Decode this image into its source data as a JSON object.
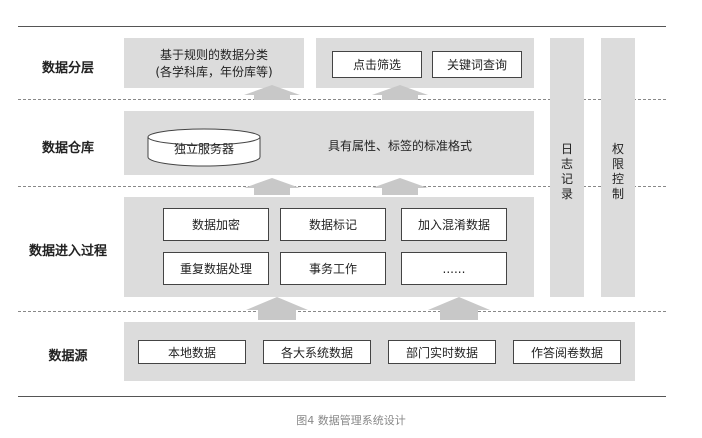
{
  "layers": {
    "tier": {
      "label": "数据分层",
      "rule_box": {
        "line1": "基于规则的数据分类",
        "line2": "(各学科库，年份库等)"
      },
      "buttons": [
        "点击筛选",
        "关键词查询"
      ]
    },
    "warehouse": {
      "label": "数据仓库",
      "server": "独立服务器",
      "format": "具有属性、标签的标准格式"
    },
    "process": {
      "label": "数据进入过程",
      "steps": [
        "数据加密",
        "数据标记",
        "加入混淆数据",
        "重复数据处理",
        "事务工作",
        "......"
      ]
    },
    "source": {
      "label": "数据源",
      "items": [
        "本地数据",
        "各大系统数据",
        "部门实时数据",
        "作答阅卷数据"
      ]
    }
  },
  "side": {
    "log": [
      "日",
      "志",
      "记",
      "录"
    ],
    "access": [
      "权",
      "限",
      "控",
      "制"
    ]
  },
  "caption": "图4 数据管理系统设计"
}
